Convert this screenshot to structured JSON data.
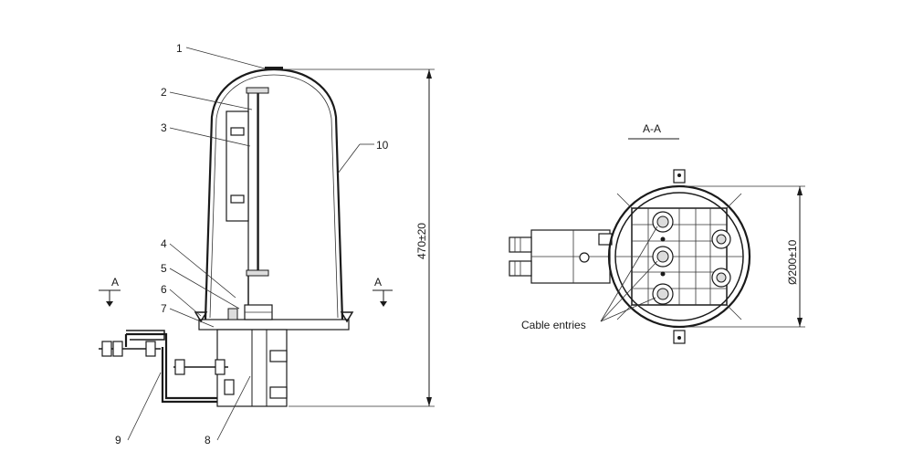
{
  "callouts": {
    "c1": "1",
    "c2": "2",
    "c3": "3",
    "c4": "4",
    "c5": "5",
    "c6": "6",
    "c7": "7",
    "c8": "8",
    "c9": "9",
    "c10": "10"
  },
  "section_markers": {
    "left": "A",
    "right": "A"
  },
  "section_title": "A-A",
  "dimensions": {
    "height": "470±20",
    "diameter": "Ø200±10"
  },
  "annotations": {
    "cable_entries": "Cable entries"
  }
}
